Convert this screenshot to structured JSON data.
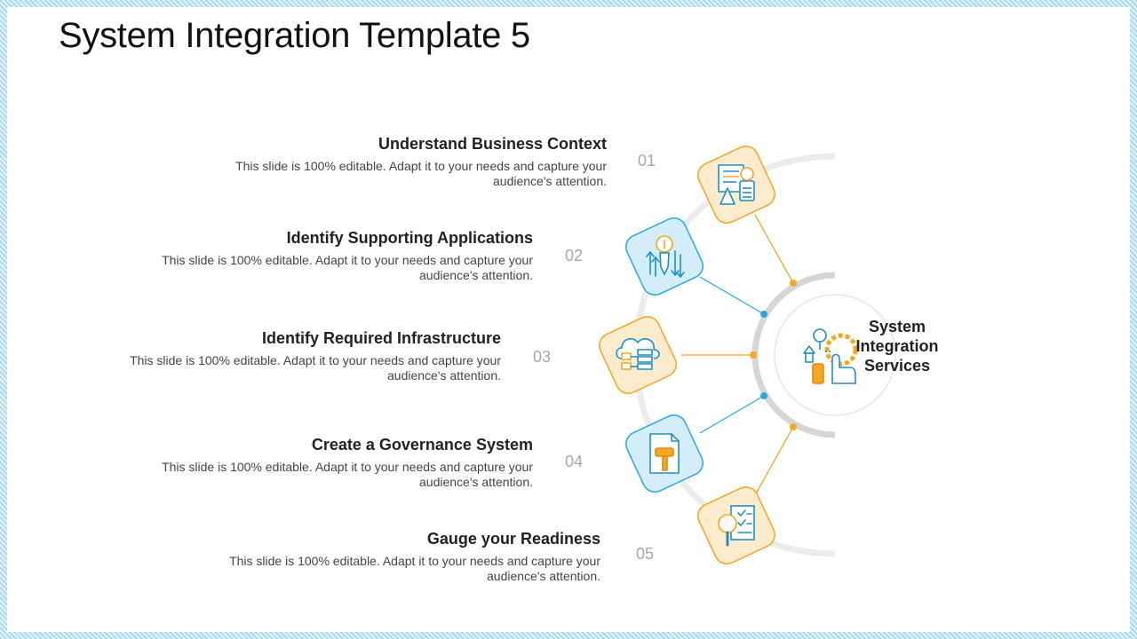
{
  "title": "System Integration Template 5",
  "center": {
    "label": "System Integration Services"
  },
  "steps": [
    {
      "number": "01",
      "heading": "Understand Business Context",
      "desc_line1": "This slide is 100% editable. Adapt it to your needs and capture your",
      "desc_line2": "audience's attention.",
      "icon": "report-calculator-icon",
      "tone": "orange"
    },
    {
      "number": "02",
      "heading": "Identify Supporting Applications",
      "desc_line1": "This slide is 100% editable. Adapt it to your needs and capture your",
      "desc_line2": "audience's attention.",
      "icon": "lightbulb-arrows-icon",
      "tone": "blue"
    },
    {
      "number": "03",
      "heading": "Identify Required Infrastructure",
      "desc_line1": "This slide is 100% editable. Adapt it to your needs and capture your",
      "desc_line2": "audience's attention.",
      "icon": "cloud-server-icon",
      "tone": "orange"
    },
    {
      "number": "04",
      "heading": "Create a Governance System",
      "desc_line1": "This slide is 100% editable. Adapt it to your needs and capture your",
      "desc_line2": "audience's attention.",
      "icon": "document-gavel-icon",
      "tone": "blue"
    },
    {
      "number": "05",
      "heading": "Gauge your Readiness",
      "desc_line1": "This slide is 100% editable. Adapt it to your needs and capture your",
      "desc_line2": "audience's attention.",
      "icon": "magnifier-checklist-icon",
      "tone": "orange"
    }
  ],
  "colors": {
    "orange": "#f5a623",
    "orange_fill": "#fdebcd",
    "blue": "#29a8e0",
    "blue_fill": "#d3eef9",
    "arc_gray": "#ececec",
    "inner_arc_gray": "#d9d9d9"
  }
}
